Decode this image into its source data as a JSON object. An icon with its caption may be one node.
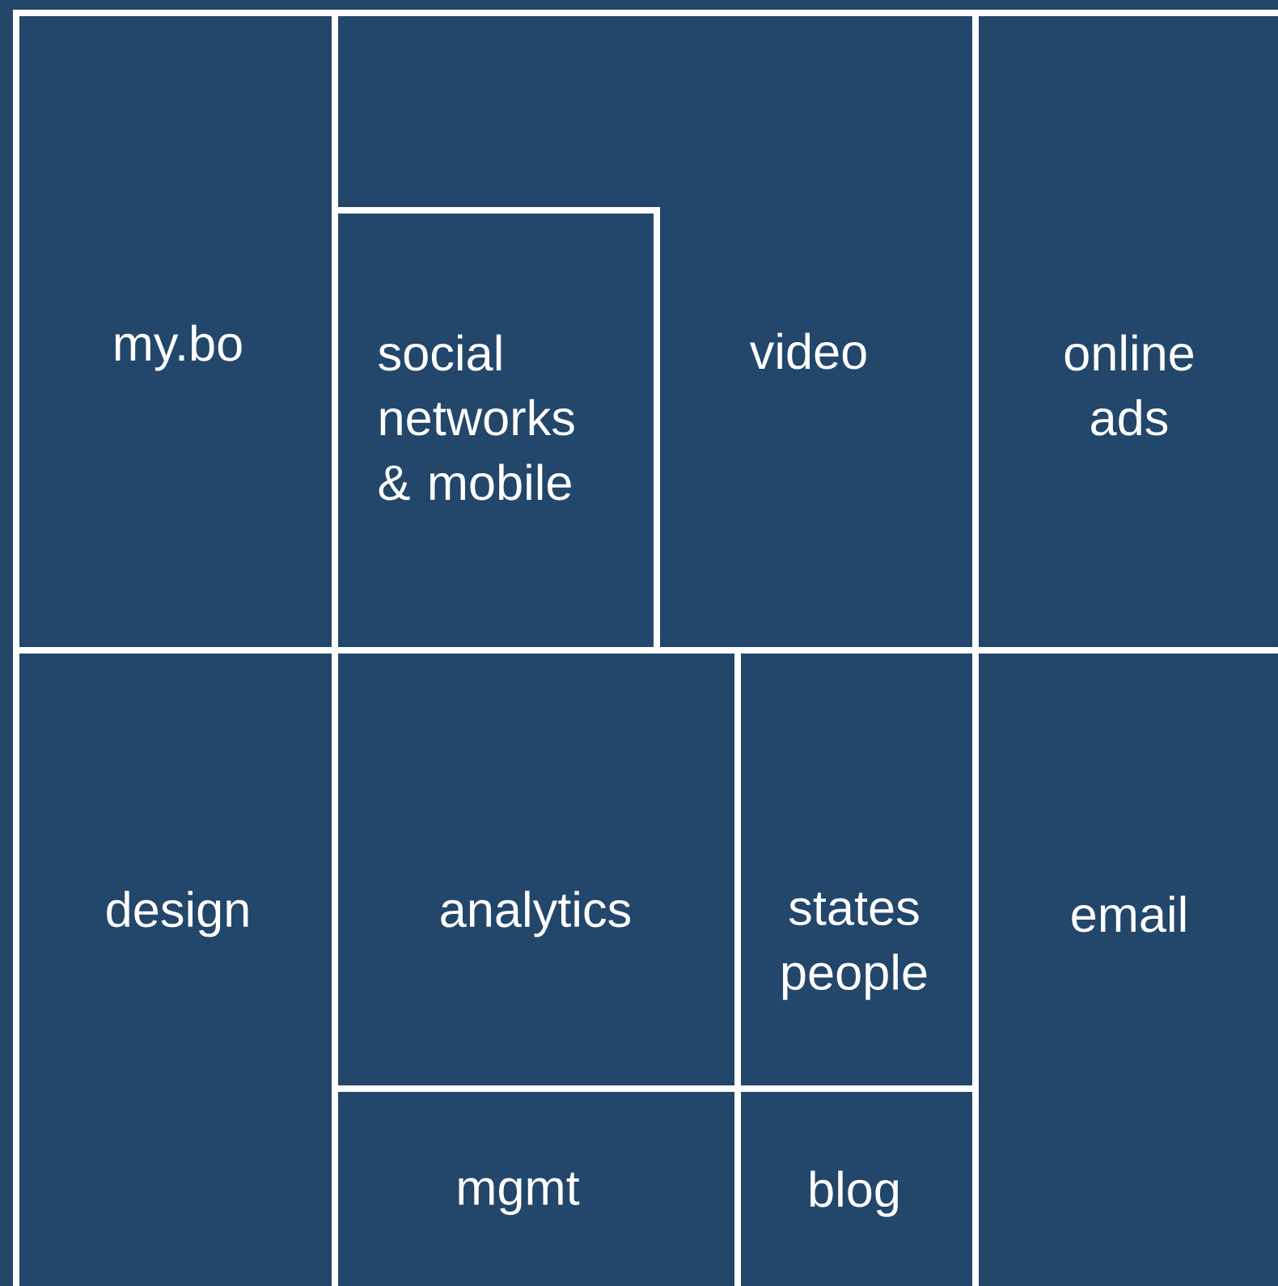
{
  "diagram": {
    "nodes": [
      {
        "text": [
          "my.bo"
        ]
      },
      {
        "text": [
          "video"
        ]
      },
      {
        "text": [
          "social networks & mobile"
        ]
      },
      {
        "text": [
          "online ads"
        ]
      },
      {
        "text": [
          "design"
        ]
      },
      {
        "text": [
          "analytics"
        ]
      },
      {
        "text": [
          "states people"
        ]
      },
      {
        "text": [
          "email"
        ]
      },
      {
        "text": [
          "mgmt"
        ]
      },
      {
        "text": [
          "blog"
        ]
      }
    ]
  }
}
